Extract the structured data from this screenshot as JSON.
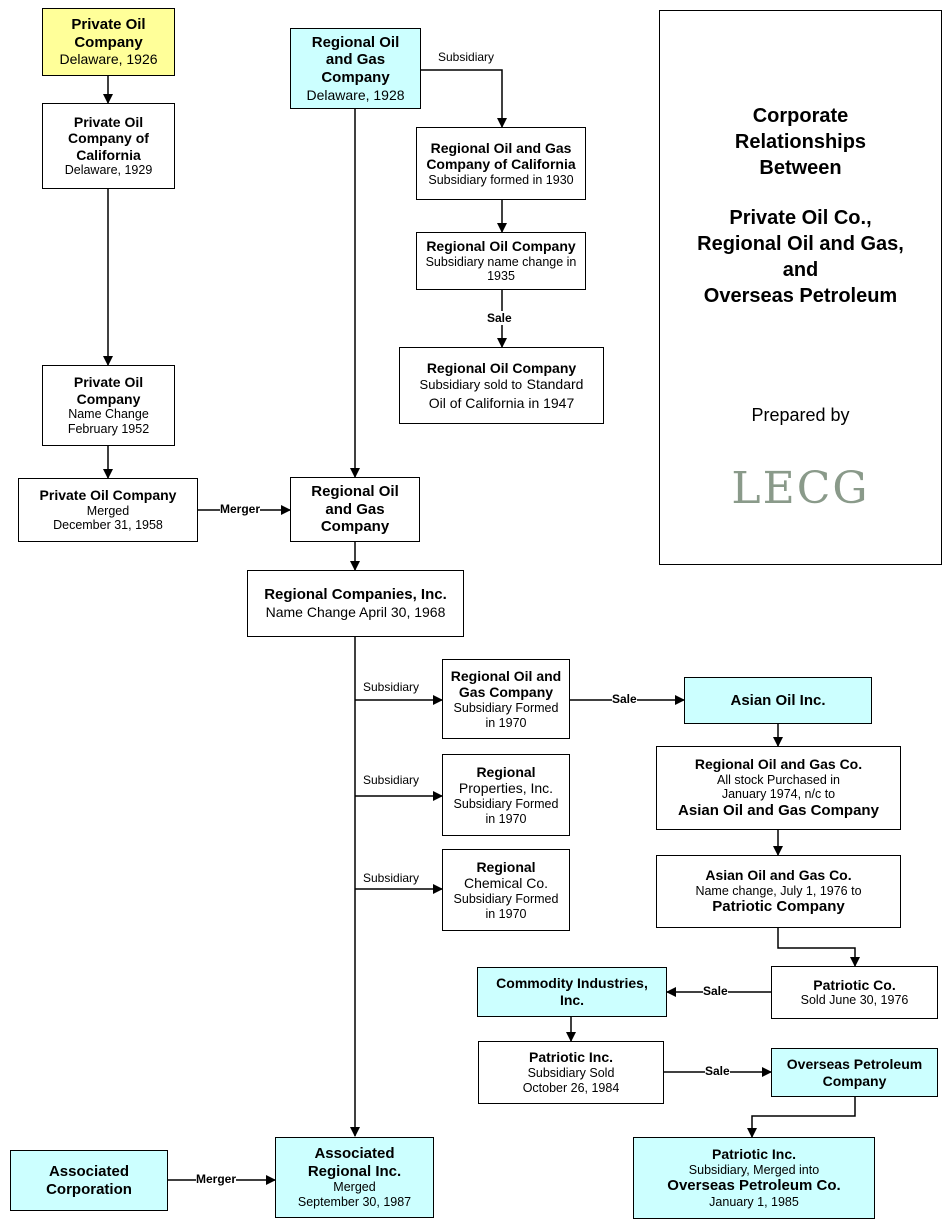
{
  "title_panel": {
    "line1": "Corporate",
    "line2": "Relationships",
    "line3": "Between",
    "line4": "Private Oil Co.,",
    "line5": "Regional Oil and Gas,",
    "line6": "and",
    "line7": "Overseas Petroleum",
    "prepared_by": "Prepared by",
    "logo_text": "LECG"
  },
  "nodes": {
    "private_oil_1926": {
      "title1": "Private Oil",
      "title2": "Company",
      "sub": "Delaware, 1926",
      "color": "#ffff99"
    },
    "private_oil_california": {
      "title1": "Private Oil",
      "title2": "Company of",
      "title3": "California",
      "sub": "Delaware, 1929"
    },
    "private_oil_1952": {
      "title1": "Private Oil",
      "title2": "Company",
      "sub1": "Name Change",
      "sub2": "February 1952"
    },
    "private_oil_1958": {
      "title1": "Private Oil Company",
      "sub1": "Merged",
      "sub2": "December 31, 1958"
    },
    "regional_oil_gas_1928": {
      "title1": "Regional Oil",
      "title2": "and Gas",
      "title3": "Company",
      "sub": "Delaware, 1928",
      "color": "#ccffff"
    },
    "regional_california": {
      "title1": "Regional Oil and Gas",
      "title2": "Company of California",
      "sub": "Subsidiary formed in 1930"
    },
    "regional_oil_1935": {
      "title1": "Regional Oil Company",
      "sub1": "Subsidiary name change in",
      "sub2": "1935"
    },
    "regional_oil_1947": {
      "title1": "Regional Oil Company",
      "sub1": "Subsidiary sold to",
      "sub1b": "Standard",
      "sub2": "Oil of California in 1947"
    },
    "regional_oil_gas_merged": {
      "title1": "Regional Oil",
      "title2": "and Gas",
      "title3": "Company"
    },
    "regional_companies": {
      "title1": "Regional Companies, Inc.",
      "sub": "Name Change  April 30, 1968"
    },
    "sub_regional_oil_gas": {
      "title1": "Regional Oil and",
      "title2": "Gas Company",
      "sub1": "Subsidiary Formed",
      "sub2": "in 1970"
    },
    "sub_regional_properties": {
      "title1": "Regional",
      "title2": "Properties, Inc.",
      "sub1": "Subsidiary Formed",
      "sub2": "in 1970"
    },
    "sub_regional_chemical": {
      "title1": "Regional",
      "title2": "Chemical Co.",
      "sub1": "Subsidiary Formed",
      "sub2": "in 1970"
    },
    "asian_oil": {
      "title1": "Asian Oil Inc.",
      "color": "#ccffff"
    },
    "regional_oil_gas_co_1974": {
      "title1": "Regional Oil and Gas Co.",
      "sub1": "All stock Purchased in",
      "sub2": "January 1974, n/c to",
      "title2": "Asian Oil and Gas Company"
    },
    "asian_oil_gas_1976": {
      "title1": "Asian Oil and Gas Co.",
      "sub1": "Name change, July 1, 1976  to",
      "title2": "Patriotic Company"
    },
    "patriotic_co_1976": {
      "title1": "Patriotic Co.",
      "sub": "Sold June 30, 1976"
    },
    "commodity_industries": {
      "title1": "Commodity Industries,",
      "title2": "Inc.",
      "color": "#ccffff"
    },
    "patriotic_inc_1984": {
      "title1": "Patriotic Inc.",
      "sub1": "Subsidiary Sold",
      "sub2": "October 26, 1984"
    },
    "overseas_petroleum": {
      "title1": "Overseas Petroleum",
      "title2": "Company",
      "color": "#ccffff"
    },
    "patriotic_inc_1985": {
      "title1": "Patriotic Inc.",
      "sub1": "Subsidiary, Merged into",
      "title2": "Overseas Petroleum Co.",
      "sub2": "January 1, 1985",
      "color": "#ccffff"
    },
    "associated_corporation": {
      "title1": "Associated",
      "title2": "Corporation",
      "color": "#ccffff"
    },
    "associated_regional": {
      "title1": "Associated",
      "title2": "Regional Inc.",
      "sub1": "Merged",
      "sub2": "September 30, 1987",
      "color": "#ccffff"
    }
  },
  "edge_labels": {
    "subsidiary_1930": "Subsidiary",
    "sale_1947": "Sale",
    "merger_1958": "Merger",
    "subsidiary_oil_gas": "Subsidiary",
    "subsidiary_properties": "Subsidiary",
    "subsidiary_chemical": "Subsidiary",
    "sale_asian": "Sale",
    "sale_commodity": "Sale",
    "sale_overseas": "Sale",
    "merger_1987": "Merger"
  },
  "colors": {
    "line": "#000000",
    "highlight_yellow": "#ffff99",
    "highlight_cyan": "#ccffff"
  }
}
